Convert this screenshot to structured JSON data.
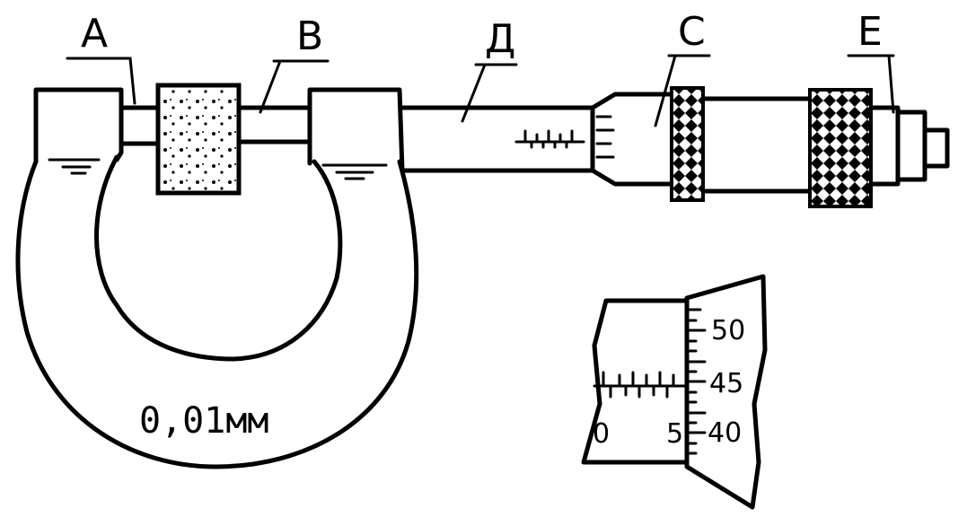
{
  "labels": {
    "a": "A",
    "b": "B",
    "d": "Д",
    "c": "C",
    "e": "E"
  },
  "precision": "0,01мм",
  "detail_scale": {
    "sleeve_0": "0",
    "sleeve_5": "5",
    "thimble_50": "50",
    "thimble_45": "45",
    "thimble_40": "40"
  },
  "colors": {
    "ink": "#000000",
    "paper": "#ffffff"
  }
}
